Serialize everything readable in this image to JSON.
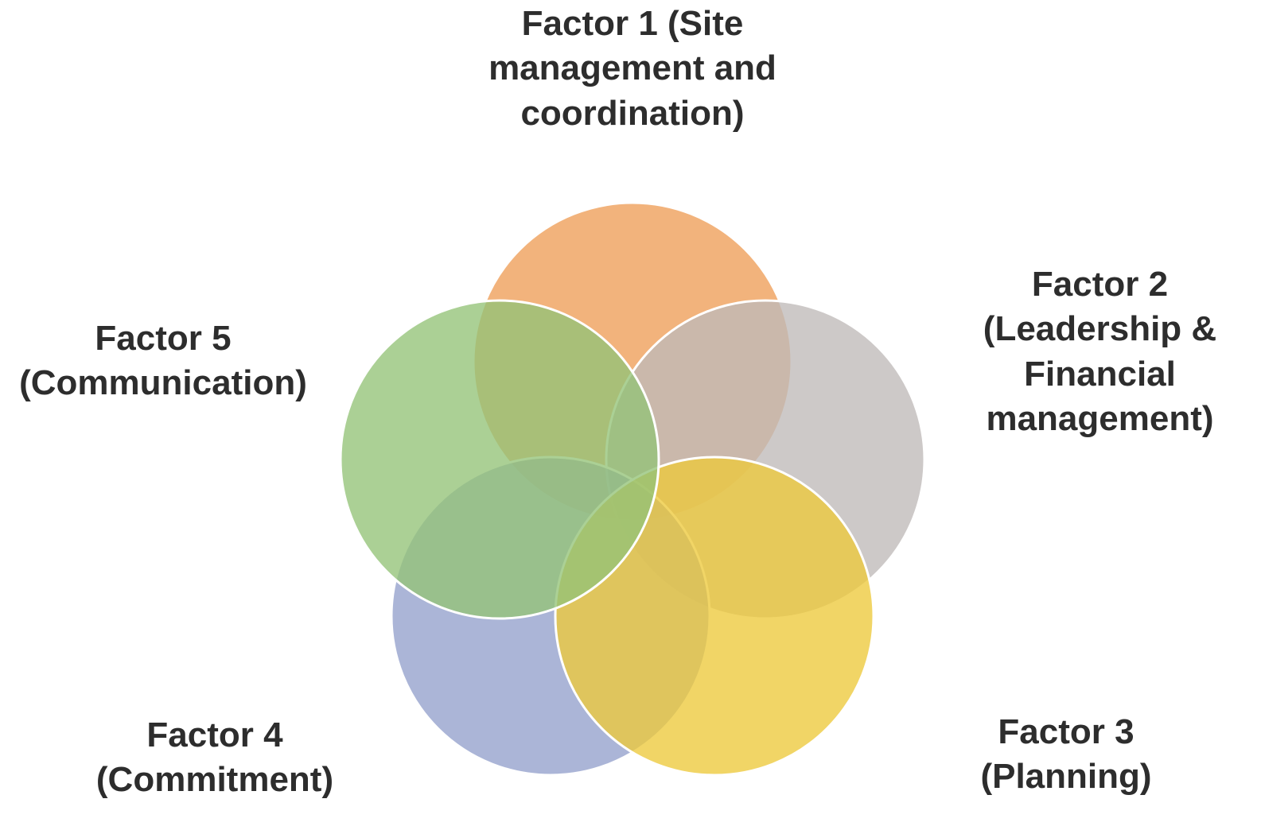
{
  "figure": {
    "background_color": "#ffffff",
    "text_color": "#2d2d2d",
    "circle_stroke_color": "#ffffff",
    "factors": [
      {
        "id": 1,
        "label": "Factor 1 (Site\nmanagement and\ncoordination)",
        "color": "#EE9D57",
        "position": "top"
      },
      {
        "id": 2,
        "label": "Factor 2\n(Leadership &\nFinancial\nmanagement)",
        "color": "#BFBAB8",
        "position": "right"
      },
      {
        "id": 3,
        "label": "Factor 3\n(Planning)",
        "color": "#EDC93B",
        "position": "bottom-right"
      },
      {
        "id": 4,
        "label": "Factor 4\n(Commitment)",
        "color": "#94A0CC",
        "position": "bottom-left"
      },
      {
        "id": 5,
        "label": "Factor 5\n(Communication)",
        "color": "#93C377",
        "position": "left"
      }
    ]
  }
}
